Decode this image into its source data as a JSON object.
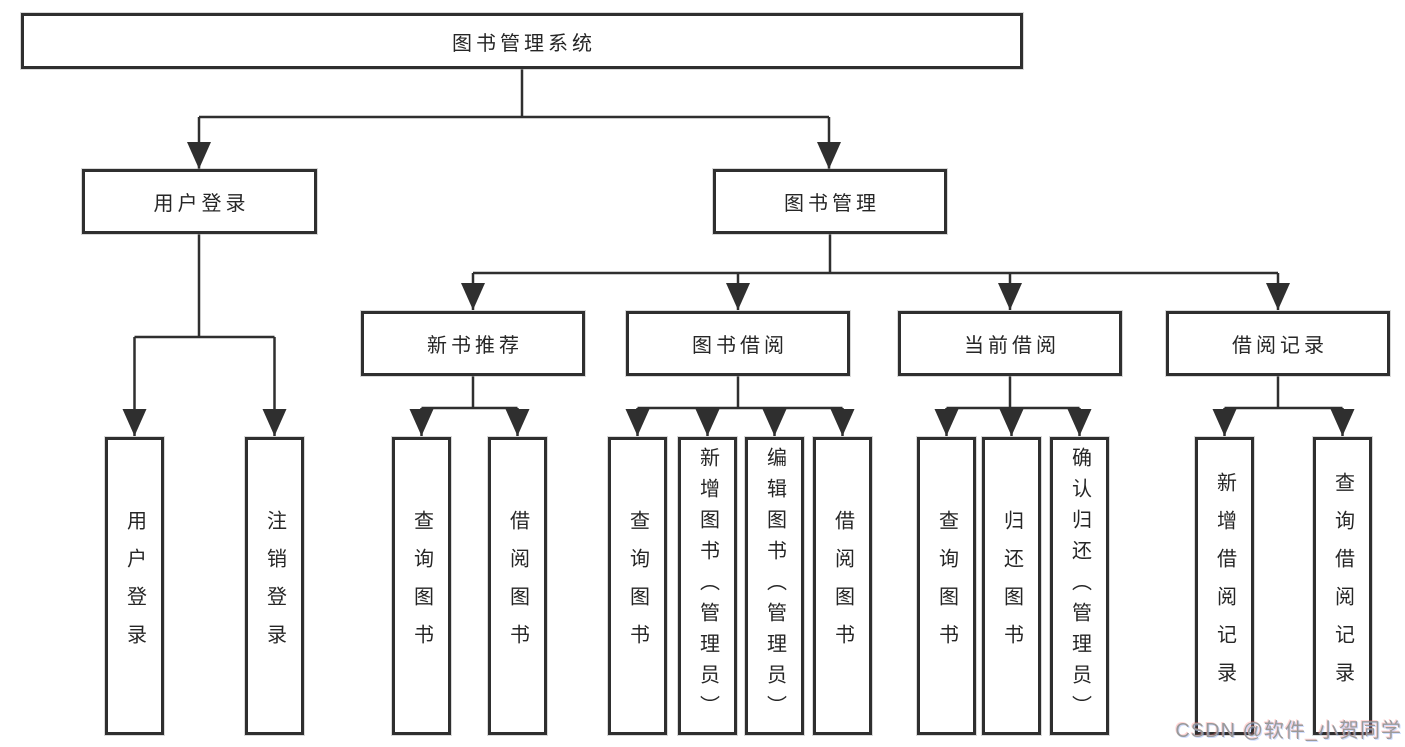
{
  "diagram": {
    "root": {
      "label": "图书管理系统"
    },
    "branches": [
      {
        "label": "用户登录",
        "children": [
          {
            "label": "用户登录"
          },
          {
            "label": "注销登录"
          }
        ]
      },
      {
        "label": "图书管理",
        "children": [
          {
            "label": "新书推荐",
            "children": [
              {
                "label": "查询图书"
              },
              {
                "label": "借阅图书"
              }
            ]
          },
          {
            "label": "图书借阅",
            "children": [
              {
                "label": "查询图书"
              },
              {
                "label": "新增图书（管理员）"
              },
              {
                "label": "编辑图书（管理员）"
              },
              {
                "label": "借阅图书"
              }
            ]
          },
          {
            "label": "当前借阅",
            "children": [
              {
                "label": "查询图书"
              },
              {
                "label": "归还图书"
              },
              {
                "label": "确认归还（管理员）"
              }
            ]
          },
          {
            "label": "借阅记录",
            "children": [
              {
                "label": "新增借阅记录"
              },
              {
                "label": "查询借阅记录"
              }
            ]
          }
        ]
      }
    ],
    "watermark": "CSDN @软件_小贺同学",
    "colors": {
      "line": "#2f2f2f",
      "box_border": "#2f2f2f",
      "box_fill": "#ffffff",
      "text": "#262626",
      "watermark": "#9a9a9a",
      "background": "#ffffff"
    }
  }
}
